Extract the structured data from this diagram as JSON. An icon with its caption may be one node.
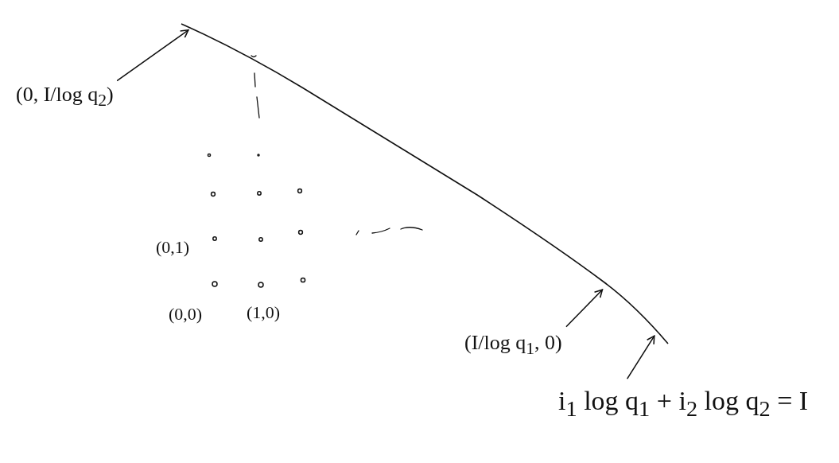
{
  "diagram": {
    "nodes": [
      {
        "text": [],
        "shape": "line"
      },
      {
        "text": [
          "(0, I/log q$_{2}$)"
        ]
      },
      {
        "text": [
          "(I/log q$_{1}$, 0)"
        ]
      },
      {
        "text": [
          "i$_{1}$ log q$_{1}$ + i$_{2}$ log q$_{2}$ = I"
        ]
      }
    ],
    "edges": [
      {
        "from": 1,
        "to": 0,
        "arrow": "to"
      },
      {
        "from": 2,
        "to": 0,
        "arrow": "to"
      },
      {
        "from": 3,
        "to": 0,
        "arrow": "to"
      }
    ],
    "labels": [
      "(0,1)",
      "(0,0)",
      "(1,0)"
    ]
  }
}
